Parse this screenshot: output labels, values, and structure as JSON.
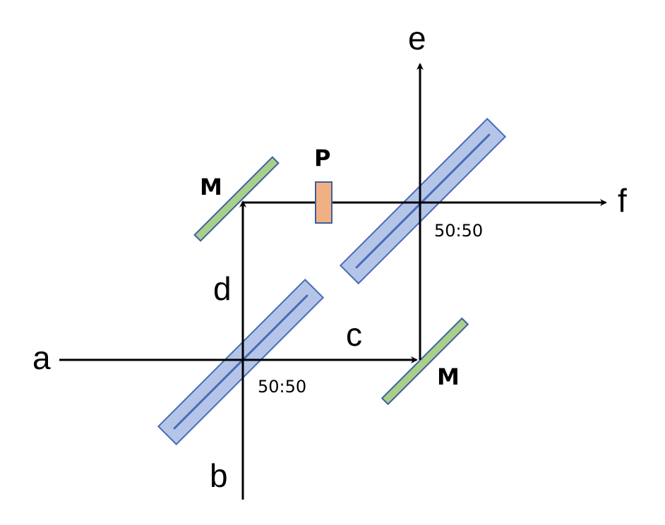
{
  "ports": {
    "a": "a",
    "b": "b",
    "c": "c",
    "d": "d",
    "e": "e",
    "f": "f"
  },
  "splitters": {
    "lower_ratio": "50:50",
    "upper_ratio": "50:50"
  },
  "mirrors": {
    "upper_left_label": "M",
    "lower_right_label": "M"
  },
  "phase_shifter": {
    "label": "P"
  },
  "colors": {
    "beam": "#000000",
    "splitter_fill": "#b4c5e8",
    "splitter_stroke": "#4a6bb5",
    "mirror_fill": "#a9cf8a",
    "mirror_stroke": "#3e5f9c",
    "phase_shifter_fill": "#f0b084",
    "phase_shifter_stroke": "#3e5f9c"
  }
}
